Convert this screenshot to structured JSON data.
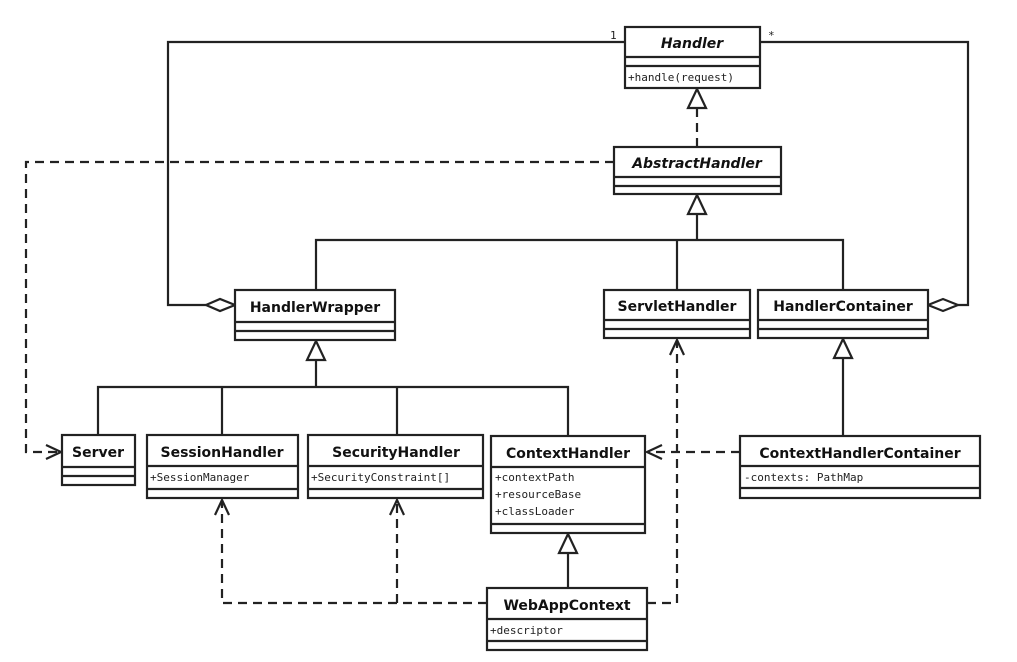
{
  "classes": {
    "handler": {
      "name": "Handler",
      "abstract": true,
      "operations": [
        "+handle(request)"
      ]
    },
    "abstract_handler": {
      "name": "AbstractHandler",
      "abstract": true
    },
    "handler_wrapper": {
      "name": "HandlerWrapper"
    },
    "servlet_handler": {
      "name": "ServletHandler"
    },
    "handler_container": {
      "name": "HandlerContainer"
    },
    "server": {
      "name": "Server"
    },
    "session_handler": {
      "name": "SessionHandler",
      "attributes": [
        "+SessionManager"
      ]
    },
    "security_handler": {
      "name": "SecurityHandler",
      "attributes": [
        "+SecurityConstraint[]"
      ]
    },
    "context_handler": {
      "name": "ContextHandler",
      "attributes": [
        "+contextPath",
        "+resourceBase",
        "+classLoader"
      ]
    },
    "context_handler_container": {
      "name": "ContextHandlerContainer",
      "attributes": [
        "-contexts: PathMap"
      ]
    },
    "web_app_context": {
      "name": "WebAppContext",
      "attributes": [
        "+descriptor"
      ]
    }
  },
  "multiplicities": {
    "wrapper_end": "1",
    "container_end": "*"
  }
}
